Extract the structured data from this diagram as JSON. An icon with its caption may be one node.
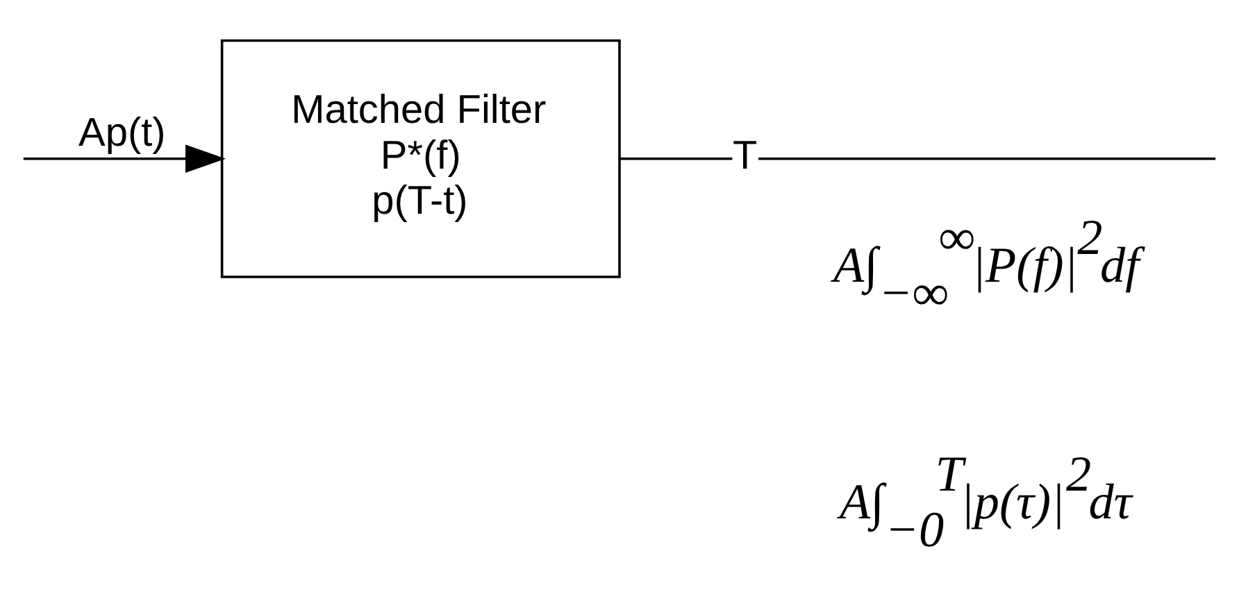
{
  "diagram": {
    "nodes": [
      {
        "text": [
          "Matched Filter",
          "P*(f)",
          "p(T-t)"
        ]
      },
      {
        "text": [
          "T"
        ]
      }
    ],
    "edges": [
      {
        "from": null,
        "to": 0,
        "arrow": "to",
        "label": "Ap(t)"
      },
      {
        "from": 0,
        "to": 1,
        "arrow": "none"
      },
      {
        "from": 1,
        "to": null,
        "arrow": "none"
      }
    ],
    "labels": [
      "A∫$_{−∞}$$^{∞}$|P(f)|$^{2}$df",
      "A∫$_{−0}$$^{T}$|p(τ)|$^{2}$dτ"
    ]
  }
}
